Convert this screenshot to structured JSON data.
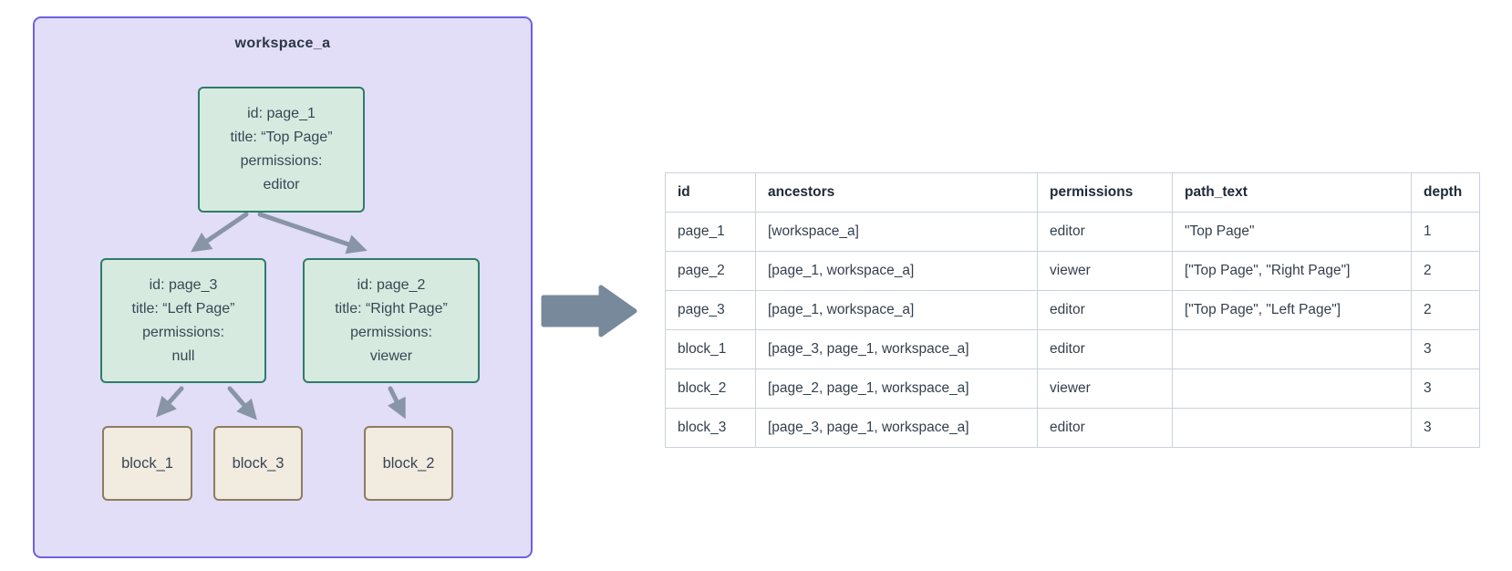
{
  "workspace": {
    "title": "workspace_a",
    "nodes": [
      {
        "name": "page_1",
        "lines": [
          "id: page_1",
          "title: “Top Page”",
          "permissions:",
          "editor"
        ]
      },
      {
        "name": "page_3",
        "lines": [
          "id: page_3",
          "title: “Left Page”",
          "permissions:",
          "null"
        ]
      },
      {
        "name": "page_2",
        "lines": [
          "id: page_2",
          "title: “Right Page”",
          "permissions:",
          "viewer"
        ]
      }
    ],
    "blocks": [
      {
        "label": "block_1"
      },
      {
        "label": "block_3"
      },
      {
        "label": "block_2"
      }
    ]
  },
  "flow_arrow": {
    "icon": "right-block-arrow"
  },
  "table": {
    "columns": [
      "id",
      "ancestors",
      "permissions",
      "path_text",
      "depth"
    ],
    "rows": [
      [
        "page_1",
        "[workspace_a]",
        "editor",
        "\"Top Page\"",
        "1"
      ],
      [
        "page_2",
        "[page_1, workspace_a]",
        "viewer",
        "[\"Top Page\", \"Right Page\"]",
        "2"
      ],
      [
        "page_3",
        "[page_1, workspace_a]",
        "editor",
        "[\"Top Page\", \"Left Page\"]",
        "2"
      ],
      [
        "block_1",
        "[page_3, page_1, workspace_a]",
        "editor",
        "",
        "3"
      ],
      [
        "block_2",
        "[page_2, page_1, workspace_a]",
        "viewer",
        "",
        "3"
      ],
      [
        "block_3",
        "[page_3, page_1, workspace_a]",
        "editor",
        "",
        "3"
      ]
    ]
  },
  "colors": {
    "workspace_fill": "#e2def8",
    "workspace_border": "#6e60e1",
    "page_node_fill": "#d7eae0",
    "page_node_border": "#2e7c68",
    "block_node_fill": "#f1ebe0",
    "block_node_border": "#8c7d60",
    "tree_edge": "#8795a7",
    "flow_arrow": "#78899b",
    "table_border": "#cad2da"
  }
}
